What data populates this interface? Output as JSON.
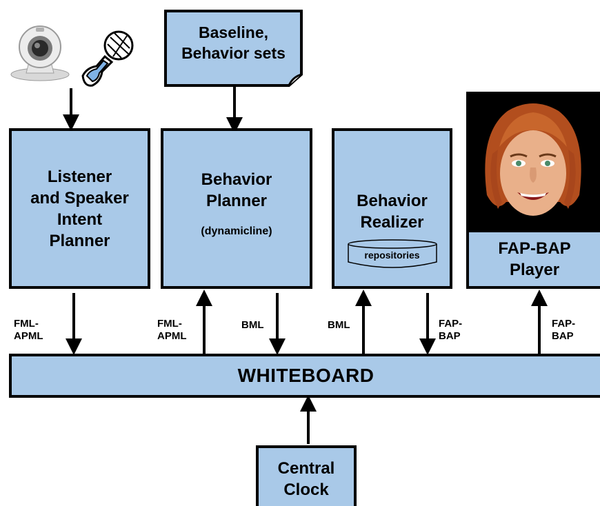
{
  "baseline": {
    "line1": "Baseline,",
    "line2": "Behavior sets"
  },
  "listener": {
    "line1": "Listener",
    "line2": "and Speaker",
    "line3": "Intent",
    "line4": "Planner"
  },
  "planner": {
    "line1": "Behavior",
    "line2": "Planner",
    "sub": "(dynamicline)"
  },
  "realizer": {
    "line1": "Behavior",
    "line2": "Realizer",
    "repo": "repositories"
  },
  "player": {
    "line1": "FAP-BAP",
    "line2": "Player"
  },
  "whiteboard": {
    "label": "WHITEBOARD"
  },
  "clock": {
    "line1": "Central",
    "line2": "Clock"
  },
  "labels": {
    "fml1": [
      "FML-",
      "APML"
    ],
    "fml2": [
      "FML-",
      "APML"
    ],
    "bml1": "BML",
    "bml2": "BML",
    "fap1": [
      "FAP-",
      "BAP"
    ],
    "fap2": [
      "FAP-",
      "BAP"
    ]
  },
  "icons": [
    "webcam-icon",
    "microphone-icon",
    "agent-face-icon"
  ],
  "colors": {
    "box_fill": "#a9c9e8",
    "stroke": "#000000",
    "face_bg": "#000000"
  }
}
